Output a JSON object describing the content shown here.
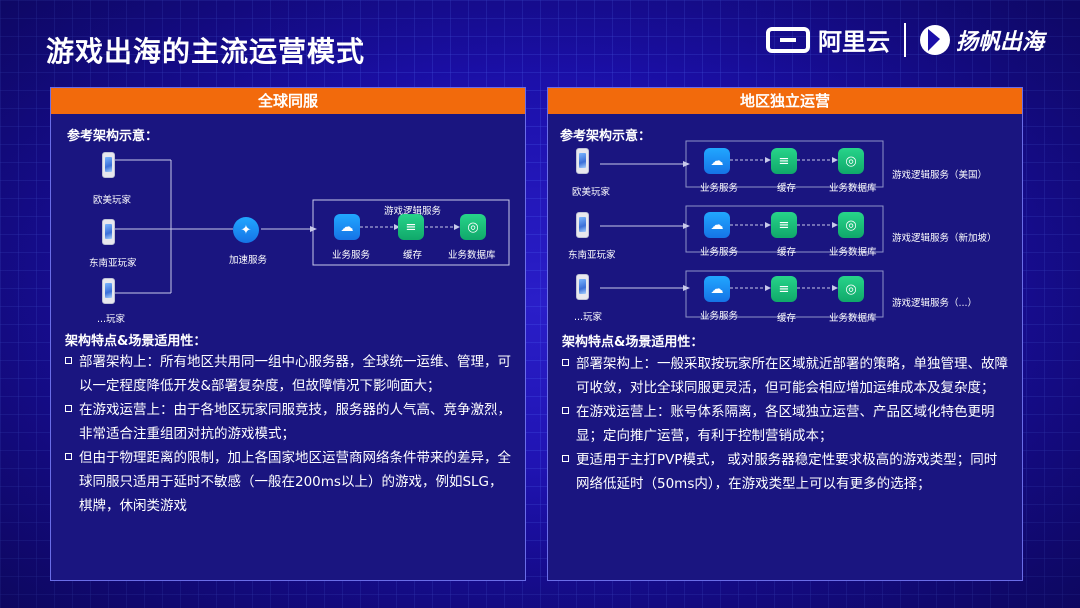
{
  "slide": {
    "title": "游戏出海的主流运营模式",
    "logos": {
      "aliyun": "阿里云",
      "yangfan": "扬帆出海"
    }
  },
  "left": {
    "header": "全球同服",
    "diagram_title": "参考架构示意：",
    "players": [
      "欧美玩家",
      "东南亚玩家",
      "...玩家"
    ],
    "accel": "加速服务",
    "group_title": "游戏逻辑服务",
    "services": [
      "业务服务",
      "缓存",
      "业务数据库"
    ],
    "features_title": "架构特点&场景适用性：",
    "bullets": [
      "部署架构上：所有地区共用同一组中心服务器，全球统一运维、管理，可以一定程度降低开发&部署复杂度，但故障情况下影响面大；",
      "在游戏运营上：由于各地区玩家同服竞技，服务器的人气高、竞争激烈，非常适合注重组团对抗的游戏模式；",
      "但由于物理距离的限制，加上各国家地区运营商网络条件带来的差异，全球同服只适用于延时不敏感（一般在200ms以上）的游戏，例如SLG，棋牌，休闲类游戏"
    ]
  },
  "right": {
    "header": "地区独立运营",
    "diagram_title": "参考架构示意：",
    "players": [
      "欧美玩家",
      "东南亚玩家",
      "...玩家"
    ],
    "services": [
      "业务服务",
      "缓存",
      "业务数据库"
    ],
    "region_labels": [
      "游戏逻辑服务（美国）",
      "游戏逻辑服务（新加坡）",
      "游戏逻辑服务（...）"
    ],
    "features_title": "架构特点&场景适用性：",
    "bullets": [
      "部署架构上：一般采取按玩家所在区域就近部署的策略，单独管理、故障可收敛，对比全球同服更灵活，但可能会相应增加运维成本及复杂度；",
      "在游戏运营上：账号体系隔离，各区域独立运营、产品区域化特色更明显；定向推广运营，有利于控制营销成本；",
      "更适用于主打PVP模式， 或对服务器稳定性要求极高的游戏类型；同时网络低延时（50ms内），在游戏类型上可以有更多的选择；"
    ]
  }
}
